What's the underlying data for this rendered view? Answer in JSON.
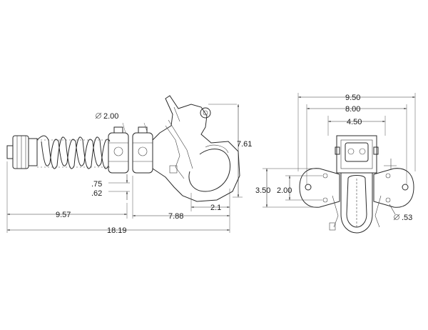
{
  "side_view": {
    "dims": {
      "eye_diameter": "2.00",
      "height": "7.61",
      "upper_offset": ".75",
      "lower_offset": ".62",
      "hook_depth": "2.1",
      "drawbar_length": "9.57",
      "hook_length": "7.88",
      "overall_length": "18.19"
    },
    "diameter_symbol": "∅"
  },
  "end_view": {
    "dims": {
      "flange_width": "9.50",
      "bolt_span": "8.00",
      "inner_width": "4.50",
      "flange_height": "3.50",
      "bolt_height": "2.00",
      "hole_diameter": ".53"
    },
    "diameter_symbol": "∅"
  },
  "colors": {
    "line": "#2a2a2a",
    "background": "#ffffff"
  }
}
